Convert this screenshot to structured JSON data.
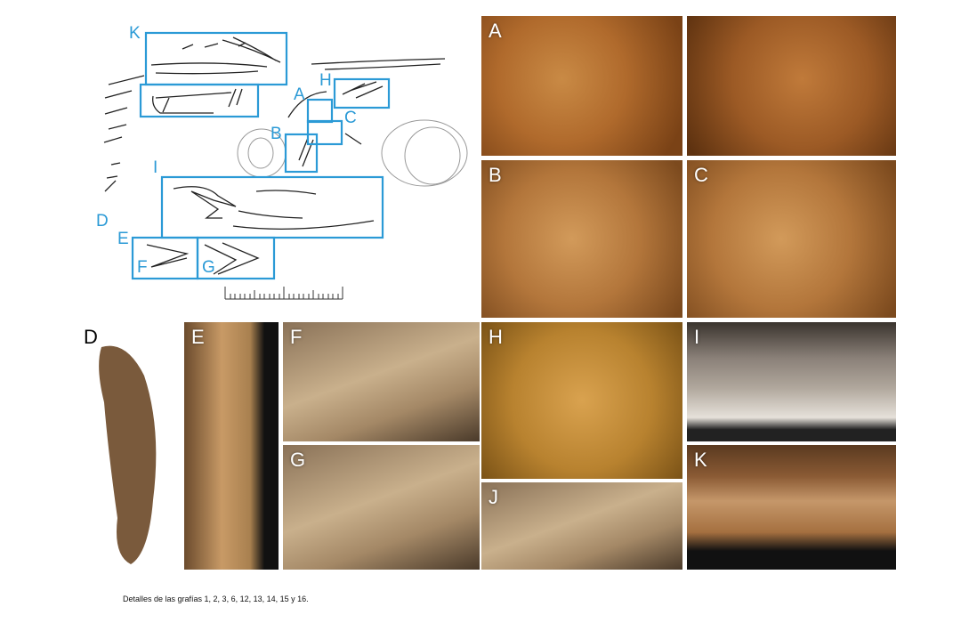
{
  "drawing": {
    "labels": {
      "K": "K",
      "H": "H",
      "A": "A",
      "C": "C",
      "B": "B",
      "I": "I",
      "D": "D",
      "E": "E",
      "F": "F",
      "G": "G"
    },
    "box_color": "#2b9ad6"
  },
  "photos": [
    {
      "label": "A"
    },
    {
      "label": ""
    },
    {
      "label": "B"
    },
    {
      "label": "C"
    },
    {
      "label": "D"
    },
    {
      "label": "E"
    },
    {
      "label": "F"
    },
    {
      "label": "G"
    },
    {
      "label": "H"
    },
    {
      "label": "J"
    },
    {
      "label": "I"
    },
    {
      "label": "K"
    }
  ],
  "caption": "Detalles de las grafías 1, 2, 3, 6, 12, 13, 14, 15 y 16."
}
